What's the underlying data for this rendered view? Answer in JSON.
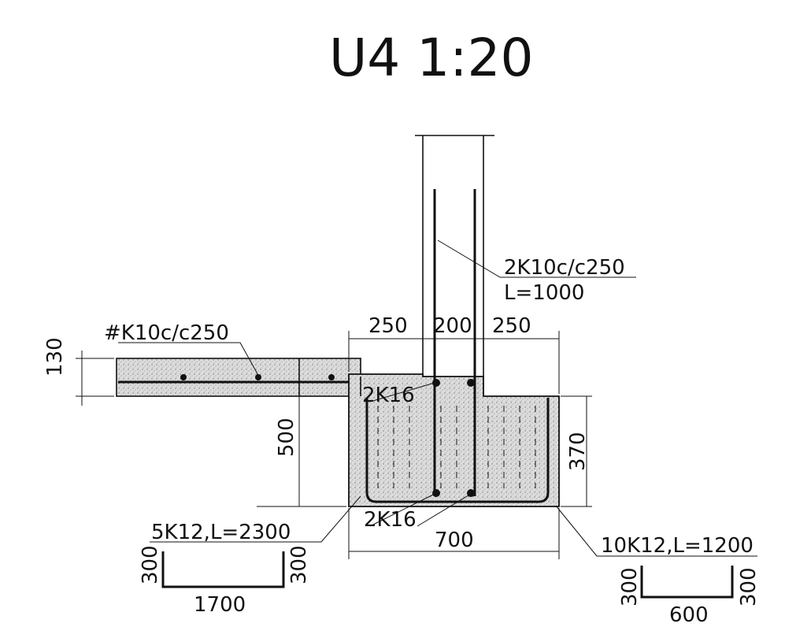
{
  "title": "U4 1:20",
  "labels": {
    "stirrups": "2K10c/c250",
    "stirrups_length": "L=1000",
    "slab_mesh": "#K10c/c250",
    "top_bars": "2K16",
    "bottom_bars": "2K16",
    "long_bars": "5K12,L=2300",
    "cross_bars": "10K12,L=1200"
  },
  "dimensions": {
    "slab_thickness": "130",
    "left_offset": "250",
    "wall_width": "200",
    "right_offset": "250",
    "beam_depth": "500",
    "footing_depth": "370",
    "footing_width": "700"
  },
  "bar_shapes": {
    "left": {
      "leg_left": "300",
      "leg_right": "300",
      "length": "1700"
    },
    "right": {
      "leg_left": "300",
      "leg_right": "300",
      "length": "600"
    }
  }
}
